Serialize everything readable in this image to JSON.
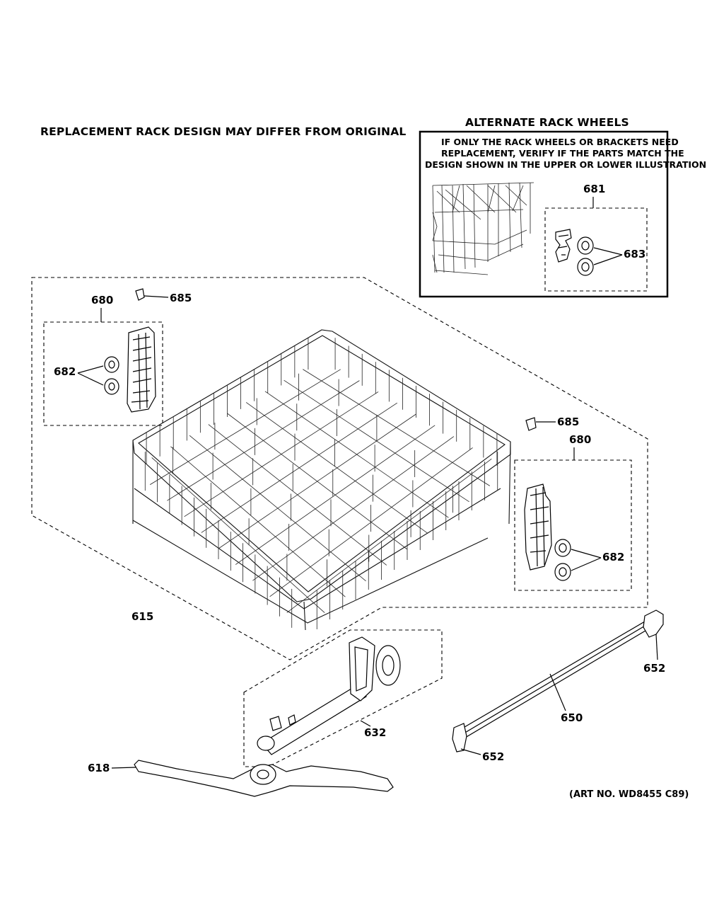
{
  "header": {
    "disclaimer": "REPLACEMENT RACK DESIGN MAY DIFFER FROM ORIGINAL",
    "alt_title": "ALTERNATE RACK WHEELS",
    "alt_note_lines": [
      "IF ONLY THE RACK WHEELS OR BRACKETS NEED",
      "REPLACEMENT, VERIFY IF THE PARTS MATCH THE",
      "DESIGN SHOWN IN THE UPPER OR LOWER ILLUSTRATION"
    ]
  },
  "callouts": {
    "c681": "681",
    "c683": "683",
    "c680_left": "680",
    "c685_left": "685",
    "c682_left": "682",
    "c685_right": "685",
    "c680_right": "680",
    "c682_right": "682",
    "c615": "615",
    "c652_top": "652",
    "c650": "650",
    "c632": "632",
    "c652_bottom": "652",
    "c618": "618"
  },
  "footer": {
    "art_no": "(ART NO. WD8455 C89)"
  }
}
